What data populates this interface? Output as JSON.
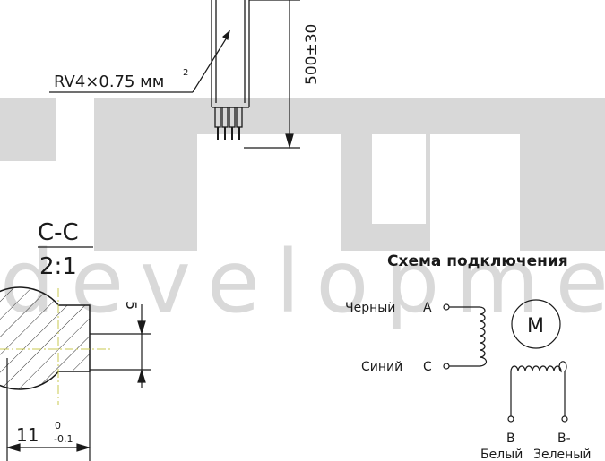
{
  "watermark": {
    "text": "development",
    "color": "#d8d8d8"
  },
  "dimensions": {
    "wire_label": "RV4×0.75 мм",
    "wire_label_sup": "2",
    "length": "500±30",
    "flat": "5",
    "diameter_base": "11",
    "diameter_upper": "0",
    "diameter_lower": "-0.1"
  },
  "section": {
    "name": "С-С",
    "scale": "2:1"
  },
  "scheme": {
    "title": "Схема подключения",
    "motor_label": "M",
    "wire_black": "Черный",
    "wire_a": "A",
    "wire_blue": "Синий",
    "wire_c": "C",
    "terminal_b": "B",
    "terminal_bminus": "B-",
    "color_white": "Белый",
    "color_green": "Зеленый"
  },
  "colors": {
    "line": "#1a1a1a",
    "centerline": "#c8c850",
    "hatch": "#333333"
  }
}
